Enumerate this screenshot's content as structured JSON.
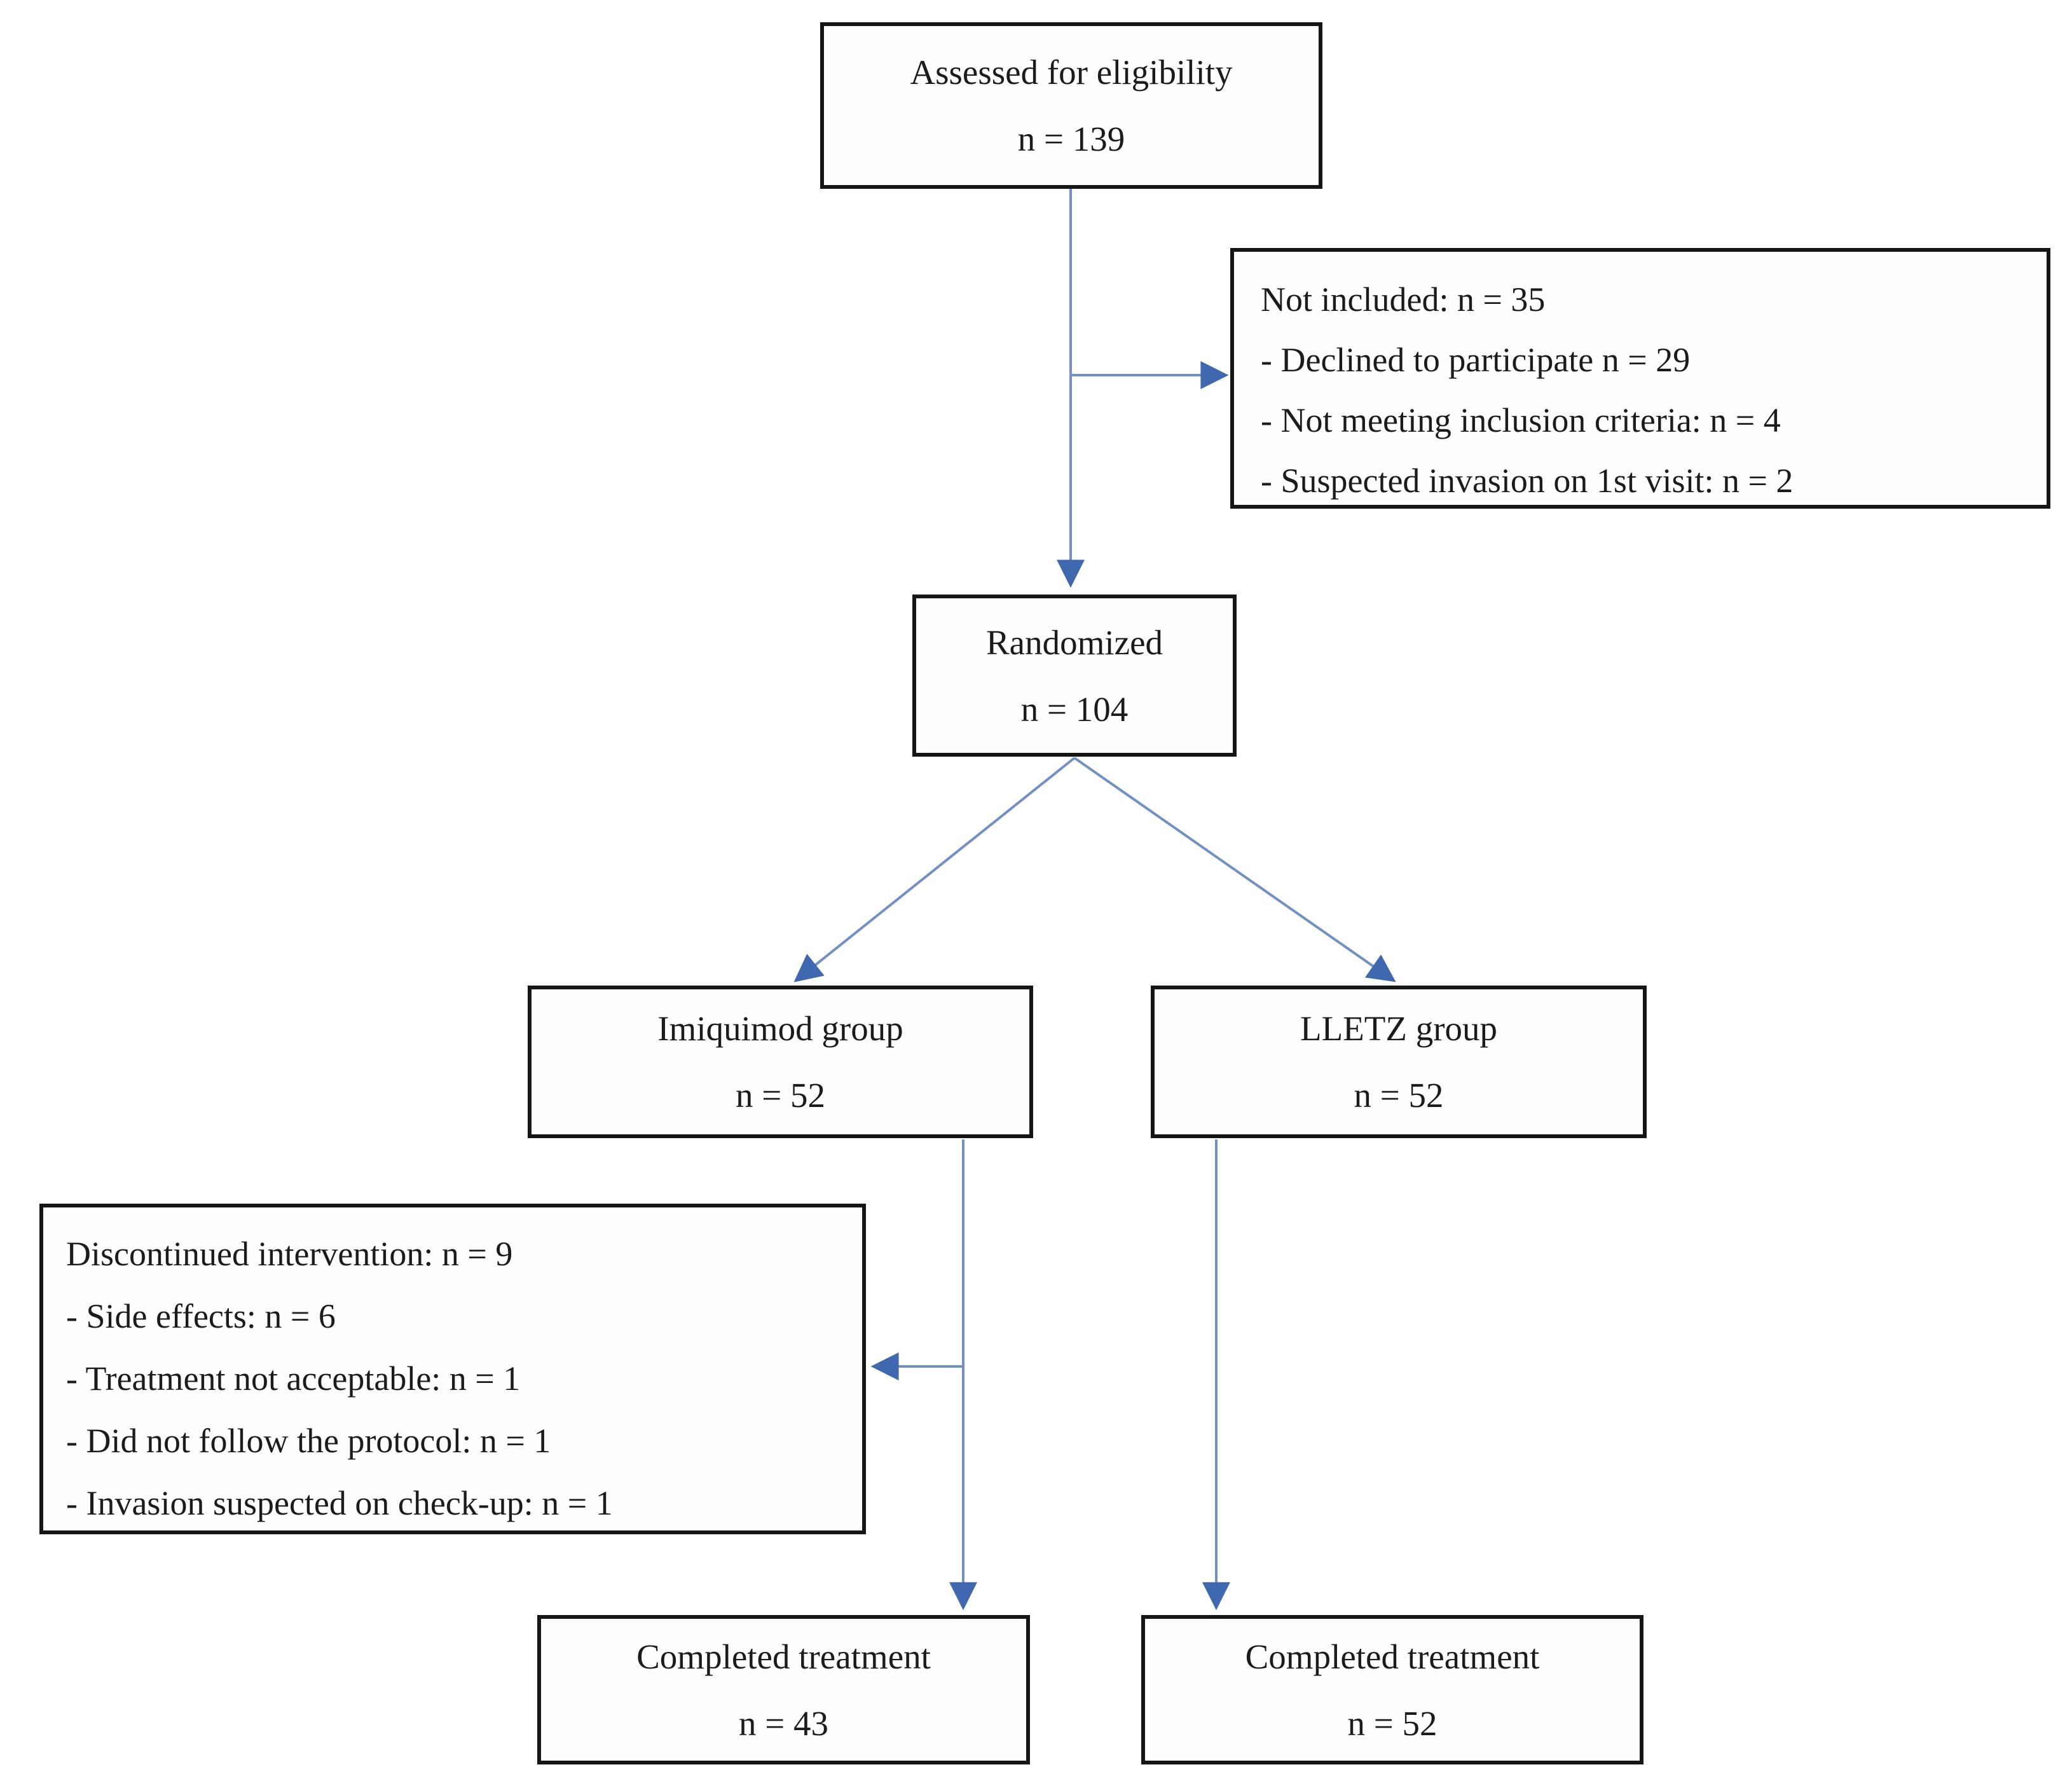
{
  "diagram": {
    "kind": "consort-flow-diagram",
    "background_color": "#ffffff",
    "box_border_color": "#161616",
    "box_fill_color": "#fefefe",
    "text_color": "#1b1b1b",
    "arrow_line_color": "#7191c4",
    "arrow_head_color": "#3f68ae",
    "boxes": {
      "assessed": {
        "lines": [
          "Assessed for eligibility",
          "n = 139"
        ]
      },
      "not_included": {
        "lines": [
          "Not included: n = 35",
          "- Declined to participate n = 29",
          "- Not meeting inclusion criteria: n = 4",
          "- Suspected invasion on 1st visit: n = 2"
        ]
      },
      "randomized": {
        "lines": [
          "Randomized",
          "n = 104"
        ]
      },
      "imiquimod": {
        "lines": [
          "Imiquimod group",
          "n = 52"
        ]
      },
      "lletz": {
        "lines": [
          "LLETZ group",
          "n = 52"
        ]
      },
      "discontinued": {
        "lines": [
          "Discontinued intervention: n = 9",
          "- Side effects: n = 6",
          "- Treatment not acceptable: n = 1",
          "- Did not follow the protocol: n = 1",
          "- Invasion suspected on check-up: n = 1"
        ]
      },
      "completed_imiquimod": {
        "lines": [
          "Completed treatment",
          "n = 43"
        ]
      },
      "completed_lletz": {
        "lines": [
          "Completed treatment",
          "n = 52"
        ]
      }
    },
    "edges": [
      {
        "from": "assessed",
        "to": "randomized"
      },
      {
        "from": "assessed",
        "to": "not_included"
      },
      {
        "from": "randomized",
        "to": "imiquimod"
      },
      {
        "from": "randomized",
        "to": "lletz"
      },
      {
        "from": "imiquimod",
        "to": "discontinued"
      },
      {
        "from": "imiquimod",
        "to": "completed_imiquimod"
      },
      {
        "from": "lletz",
        "to": "completed_lletz"
      }
    ]
  }
}
